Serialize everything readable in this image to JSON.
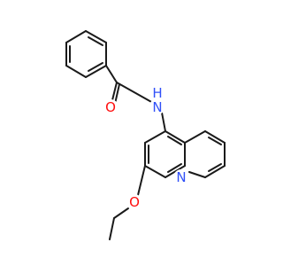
{
  "molecule": {
    "atoms": {
      "oxygen_carbonyl": {
        "label": "O",
        "color": "#ff0d0d"
      },
      "nitrogen_amide": {
        "label": "N",
        "color": "#3050f8"
      },
      "hydrogen_amide": {
        "label": "H",
        "color": "#3050f8"
      },
      "nitrogen_ring": {
        "label": "N",
        "color": "#3050f8"
      },
      "oxygen_ether": {
        "label": "O",
        "color": "#ff0d0d"
      }
    },
    "bond_color": "#1a1a1a"
  }
}
